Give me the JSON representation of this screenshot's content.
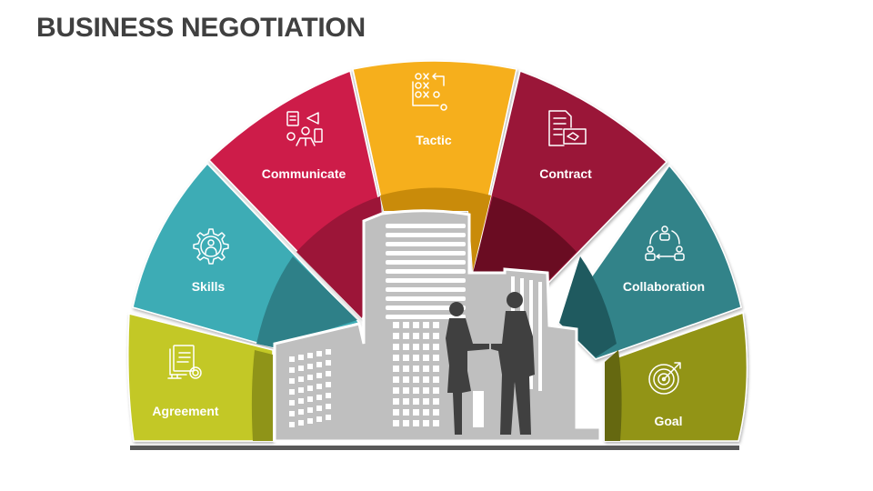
{
  "title": "BUSINESS NEGOTIATION",
  "segments": [
    {
      "label": "Agreement",
      "icon": "certificate-stamp-icon",
      "color": "#c3c827",
      "inner_color": "#8f9418"
    },
    {
      "label": "Skills",
      "icon": "gear-person-icon",
      "color": "#3eacb5",
      "inner_color": "#2e8088"
    },
    {
      "label": "Communicate",
      "icon": "businessman-multitask-icon",
      "color": "#cd1a4a",
      "inner_color": "#9c1538"
    },
    {
      "label": "Tactic",
      "icon": "tactic-xo-icon",
      "color": "#f6af1a",
      "inner_color": "#c98b0a"
    },
    {
      "label": "Contract",
      "icon": "contract-handshake-icon",
      "color": "#9a1538",
      "inner_color": "#6a0c22"
    },
    {
      "label": "Collaboration",
      "icon": "collaboration-cycle-icon",
      "color": "#338389",
      "inner_color": "#1f5a5f"
    },
    {
      "label": "Goal",
      "icon": "target-arrow-icon",
      "color": "#929418",
      "inner_color": "#656810"
    }
  ],
  "center_illustration": "businesspeople-handshake-city",
  "colors": {
    "title": "#404040",
    "baseline": "#595959",
    "buildings": "#bfbfbf",
    "silhouette": "#404040"
  }
}
